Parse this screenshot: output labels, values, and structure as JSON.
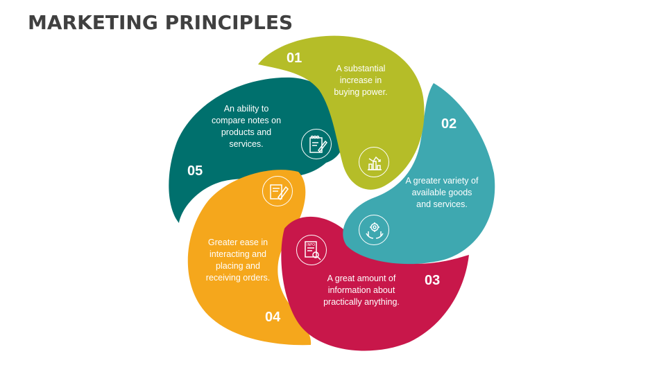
{
  "title": "MARKETING PRINCIPLES",
  "items": [
    {
      "number": "01",
      "text": "A substantial increase in buying power.",
      "color": "#b5bd28",
      "icon": "bar-chart-icon"
    },
    {
      "number": "02",
      "text": "A greater variety of available goods and services.",
      "color": "#3ea8b0",
      "icon": "gear-hands-icon"
    },
    {
      "number": "03",
      "text": "A great amount of information about practically anything.",
      "color": "#c8174a",
      "icon": "info-document-icon"
    },
    {
      "number": "04",
      "text": "Greater ease in interacting and placing and receiving orders.",
      "color": "#f5a71c",
      "icon": "order-pen-icon"
    },
    {
      "number": "05",
      "text": "An ability to compare notes on products and services.",
      "color": "#00706d",
      "icon": "notepad-icon"
    }
  ]
}
